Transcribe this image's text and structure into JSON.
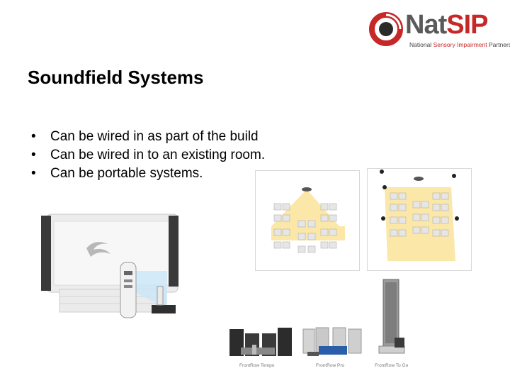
{
  "logo": {
    "name_part1": "Nat",
    "name_part2": "SIP",
    "tagline_part1": "National",
    "tagline_part2": "Sensory Impairment",
    "tagline_part3": "Partnership"
  },
  "slide": {
    "title": "Soundfield Systems",
    "bullets": [
      "Can be wired in as part of the build",
      "Can be wired in to an existing room.",
      "Can be portable systems."
    ]
  },
  "products": {
    "captions": [
      "FrontRow Tempo",
      "FrontRow Pro",
      "FrontRow To Go"
    ]
  },
  "colors": {
    "brand_red": "#c62828",
    "brand_grey": "#5a5a5a",
    "speaker_zone": "#fbe7a8"
  }
}
